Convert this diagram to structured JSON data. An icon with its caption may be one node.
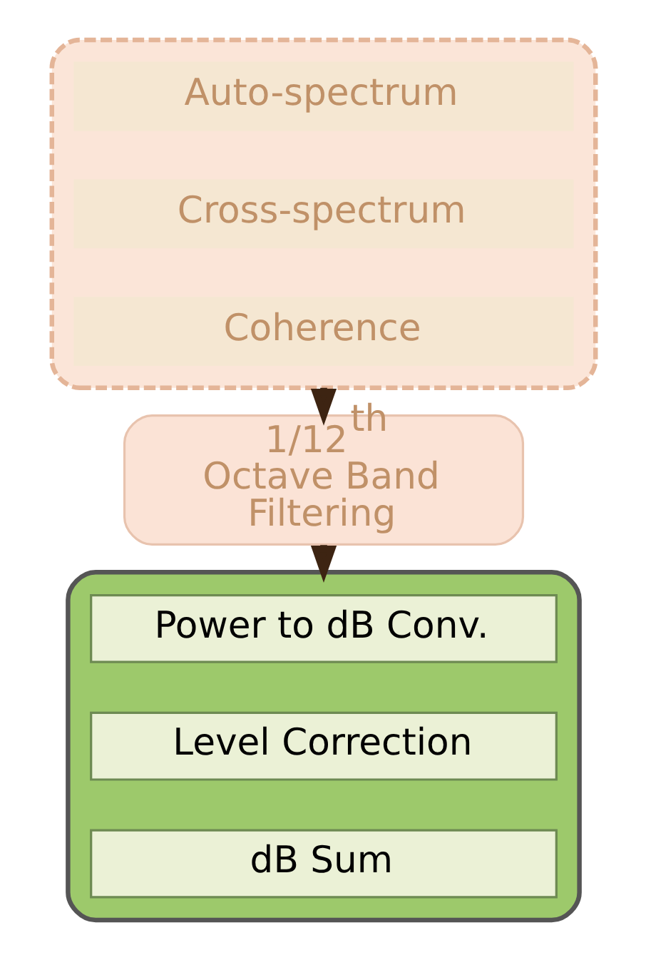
{
  "diagram": {
    "nodes": [
      {
        "text": [],
        "shape": "box"
      },
      {
        "text": [
          "Auto-spectrum"
        ],
        "in": 0
      },
      {
        "text": [
          "Cross-spectrum"
        ],
        "in": 0
      },
      {
        "text": [
          "Coherence"
        ],
        "in": 0
      },
      {
        "text": [
          "1/12$^{th}$ Octave Band Filtering"
        ]
      },
      {
        "text": [],
        "shape": "box"
      },
      {
        "text": [
          "Power to dB Conv."
        ],
        "in": 5
      },
      {
        "text": [
          "Level Correction"
        ],
        "in": 5
      },
      {
        "text": [
          "dB Sum"
        ],
        "in": 5
      }
    ],
    "edges": [
      {
        "from": 0,
        "to": 4,
        "arrow": "to"
      },
      {
        "from": 4,
        "to": 5,
        "arrow": "to"
      }
    ]
  }
}
